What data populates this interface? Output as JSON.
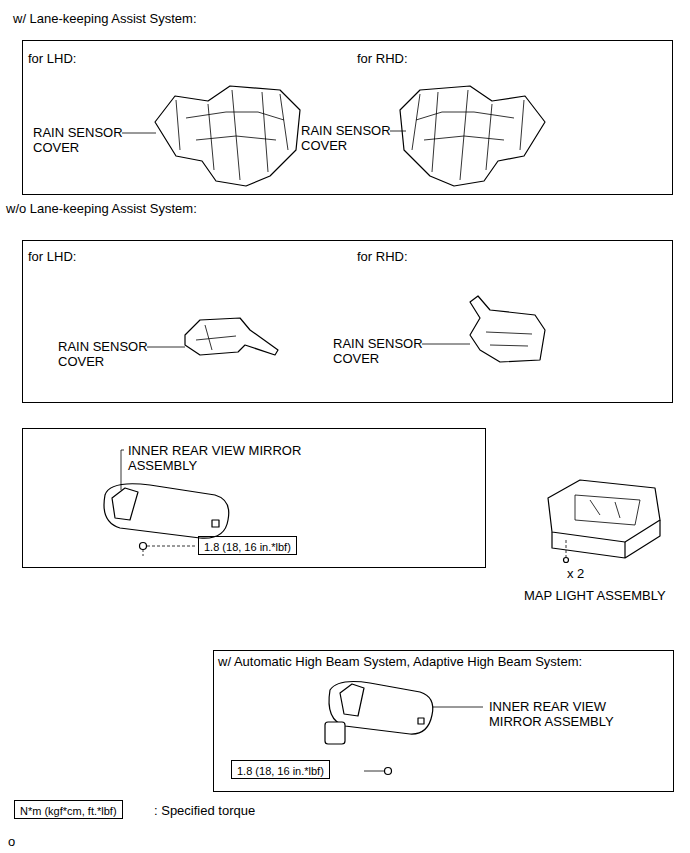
{
  "diagram": {
    "nodes": [
      {
        "text": [
          "w/ Lane-keeping Assist System:",
          "for LHD:",
          "RAIN SENSOR COVER",
          "for RHD:",
          "RAIN SENSOR COVER"
        ]
      },
      {
        "text": [
          "w/o Lane-keeping Assist System:",
          "for LHD:",
          "RAIN SENSOR COVER",
          "for RHD:",
          "RAIN SENSOR COVER"
        ]
      },
      {
        "text": [
          "INNER REAR VIEW MIRROR ASSEMBLY"
        ]
      },
      {
        "text": [
          "1.8 (18, 16 in.*lbf)"
        ],
        "in": 2
      },
      {
        "text": [
          "w/ Automatic High Beam System, Adaptive High Beam System:",
          "INNER REAR VIEW MIRROR ASSEMBLY"
        ]
      },
      {
        "text": [
          "1.8 (18, 16 in.*lbf)"
        ],
        "in": 4
      },
      {
        "text": [
          "N*m (kgf*cm, ft.*lbf)"
        ]
      }
    ],
    "labels": [
      "x 2",
      "MAP LIGHT ASSEMBLY",
      ": Specified torque",
      "o"
    ]
  }
}
